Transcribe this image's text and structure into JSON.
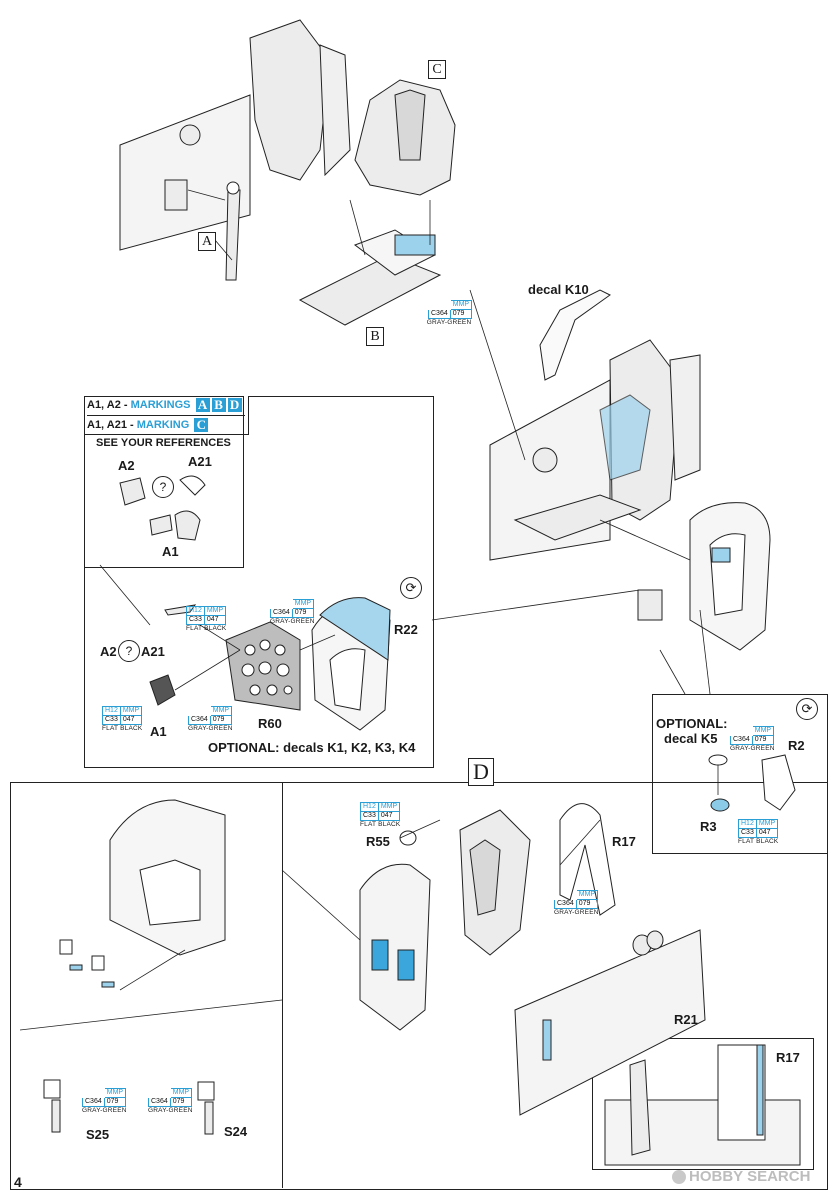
{
  "page": {
    "number": "4"
  },
  "steps": {
    "a": "A",
    "b": "B",
    "c": "C",
    "d": "D"
  },
  "labels": {
    "decal_k10": "decal K10",
    "r22": "R22",
    "r60": "R60",
    "a1": "A1",
    "a2": "A2",
    "a21": "A21",
    "a1_top": "A1",
    "a2_top": "A2",
    "a21_top": "A21",
    "question": "?",
    "optional_decals": "OPTIONAL: decals K1, K2, K3, K4",
    "optional_k5_line1": "OPTIONAL:",
    "optional_k5_line2": "decal K5",
    "r2": "R2",
    "r3": "R3",
    "r55": "R55",
    "r17": "R17",
    "r17_inset": "R17",
    "r21": "R21",
    "s25": "S25",
    "s24": "S24"
  },
  "markings_box": {
    "line1_prefix": "A1, A2 - ",
    "line1_word": "MARKINGS",
    "line1_marks": [
      "A",
      "B",
      "D"
    ],
    "line2_prefix": "A1, A21 - ",
    "line2_word": "MARKING",
    "line2_marks": [
      "C"
    ],
    "see_refs": "SEE YOUR REFERENCES"
  },
  "paints": {
    "mmp": "MMP",
    "h12": "H12",
    "c33": "C33",
    "c364": "C364",
    "code_047": "047",
    "code_079": "079",
    "flat_black": "FLAT BLACK",
    "gray_green": "GRAY-GREEN"
  },
  "icons": {
    "rotate": "rotate-arrows-icon"
  },
  "colors": {
    "accent_blue": "#2a9fd6",
    "line": "#222222",
    "part_fill": "#e9e9e9",
    "highlight": "#8ccbe8"
  },
  "watermark": {
    "brand": "HOBBY SEARCH"
  }
}
